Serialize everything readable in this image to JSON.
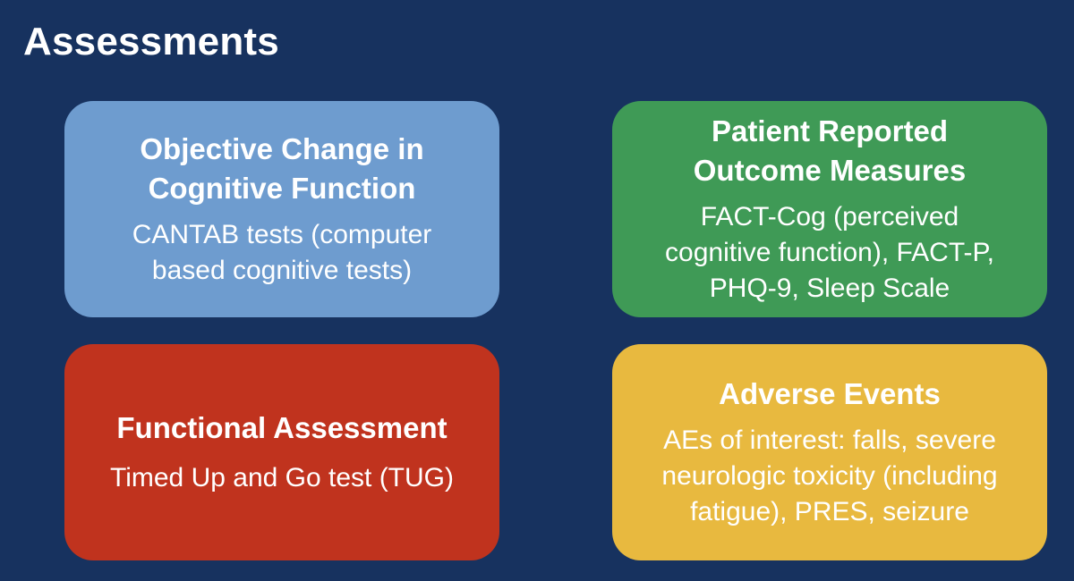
{
  "slide": {
    "title": "Assessments"
  },
  "cards": {
    "objective": {
      "title": "Objective Change in\nCognitive Function",
      "body": "CANTAB tests (computer\nbased cognitive tests)",
      "color": "#6e9ccf"
    },
    "pro": {
      "title": "Patient Reported\nOutcome Measures",
      "body": "FACT-Cog (perceived\ncognitive function), FACT-P,\nPHQ-9, Sleep Scale",
      "color": "#3f9a56"
    },
    "functional": {
      "title": "Functional Assessment",
      "body": "Timed Up and Go test (TUG)",
      "color": "#c0331e"
    },
    "ae": {
      "title": "Adverse Events",
      "body": "AEs of interest: falls, severe\nneurologic toxicity (including\nfatigue), PRES, seizure",
      "color": "#e8b93f"
    }
  },
  "colors": {
    "background": "#17325f",
    "text": "#ffffff"
  }
}
